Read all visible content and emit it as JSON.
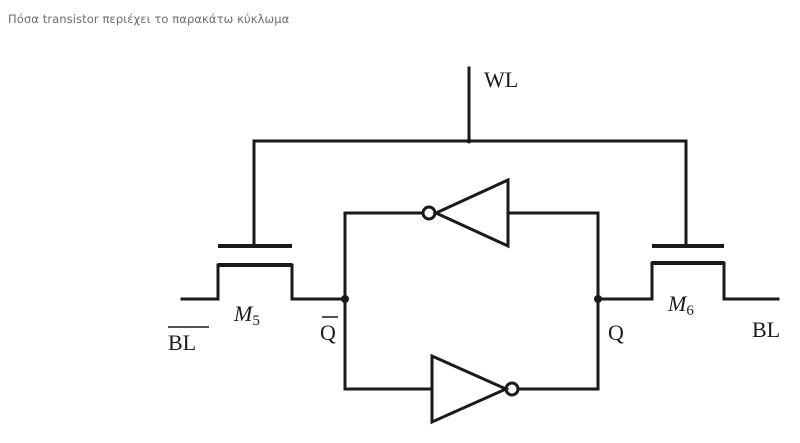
{
  "question": {
    "text": "Πόσα transistor περιέχει το παρακάτω κύκλωμα"
  },
  "circuit": {
    "wl_label": "WL",
    "bl_label": "BL",
    "bl_bar_label": "BL",
    "q_label": "Q",
    "q_bar_label": "Q",
    "m5_letter": "M",
    "m5_sub": "5",
    "m6_letter": "M",
    "m6_sub": "6"
  }
}
